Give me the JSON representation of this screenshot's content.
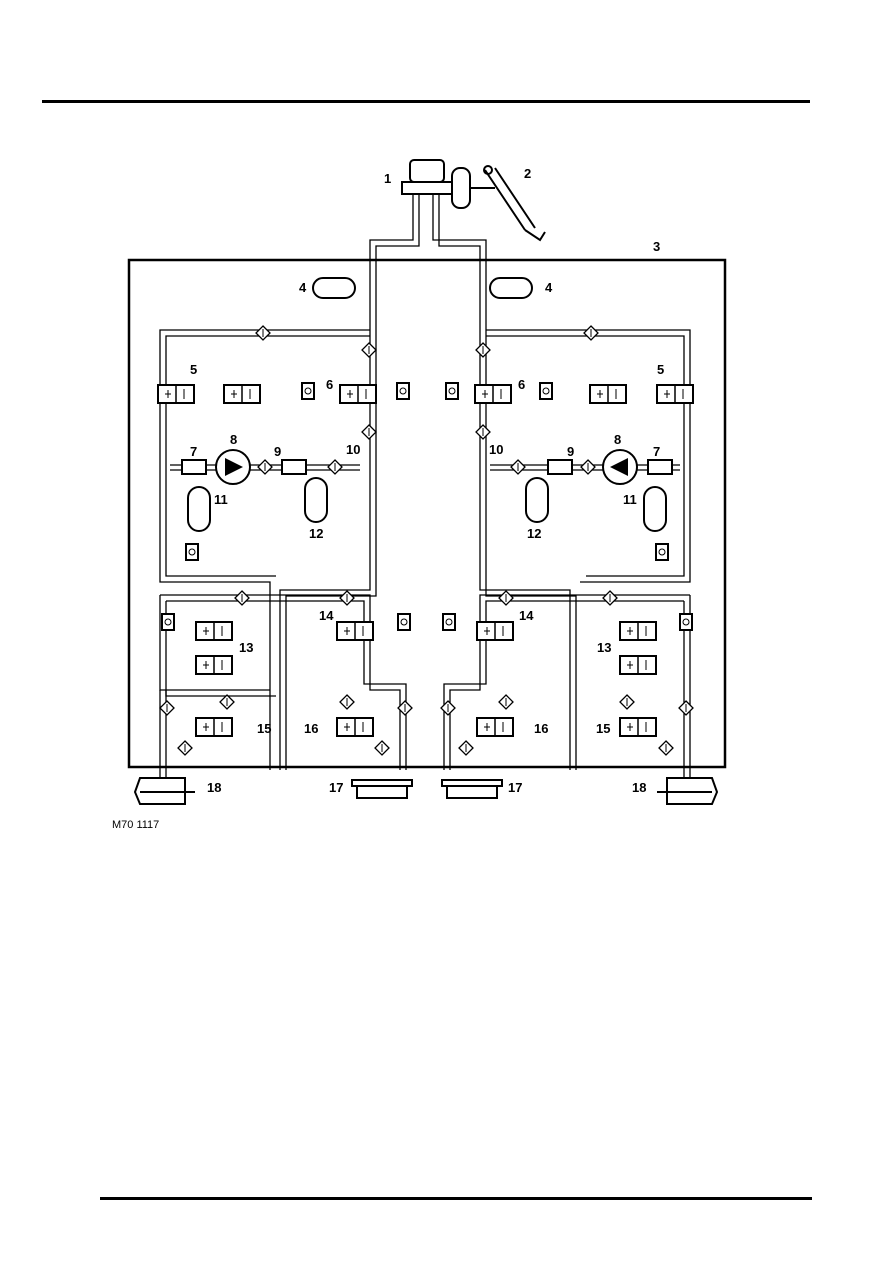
{
  "figure_id": "M70 1117",
  "callouts": {
    "master_cylinder": "1",
    "brake_pedal": "2",
    "modulator_unit": "3",
    "damper": "4",
    "valve_5": "5",
    "valve_6": "6",
    "check_valve_7": "7",
    "pump": "8",
    "check_valve_9": "9",
    "restrictor": "10",
    "accumulator_11": "11",
    "accumulator_12": "12",
    "valve_13": "13",
    "valve_14": "14",
    "valve_15": "15",
    "valve_16": "16",
    "rear_brake": "17",
    "front_brake": "18"
  }
}
